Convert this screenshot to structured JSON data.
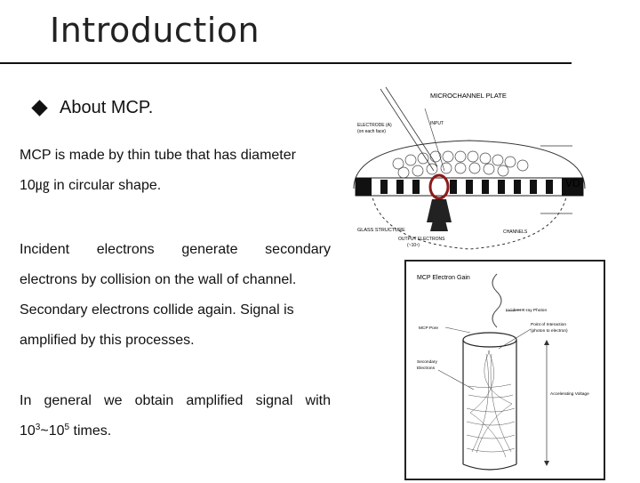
{
  "slide": {
    "title": "Introduction",
    "bullet": "About MCP.",
    "p1": [
      "MCP is made by thin tube that has diameter",
      "10㎍ in circular shape."
    ],
    "p2": [
      "Incident electrons generate secondary",
      "electrons by collision on the wall of channel.",
      "Secondary electrons collide again. Signal is",
      "amplified by this processes."
    ],
    "p3_line1": "In general we obtain amplified signal with",
    "p3_base1": "10",
    "p3_exp1": "3",
    "p3_tilde": "~10",
    "p3_exp2": "5",
    "p3_tail": " times."
  },
  "figure1": {
    "title": "MICROCHANNEL PLATE",
    "electrode_label": [
      "ELECTRODE (A)",
      "(on each face)"
    ],
    "top_small": "INPUT",
    "vd_label": "VD",
    "glass_label": "GLASS STRUCTURE",
    "output_label": [
      "OUTPUT ELECTRONS",
      "(~10⁴)"
    ],
    "channels_label": "CHANNELS"
  },
  "figure2": {
    "title": "MCP Electron Gain",
    "incident": "Incident X-ray Photon",
    "interaction": [
      "Point of Interaction",
      "(photon to electron)"
    ],
    "pore": "MCP Pore",
    "secondary": [
      "Secondary",
      "Electrons"
    ],
    "voltage": "Accelerating Voltage"
  }
}
